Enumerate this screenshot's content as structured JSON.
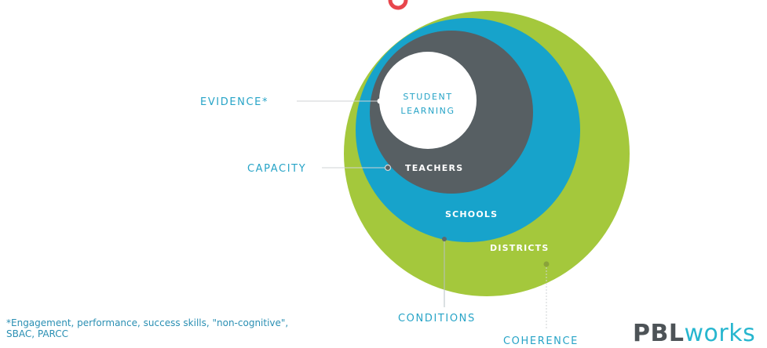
{
  "diagram": {
    "labels": {
      "student_line1": "STUDENT",
      "student_line2": "LEARNING",
      "teachers": "TEACHERS",
      "schools": "SCHOOLS",
      "districts": "DISTRICTS"
    },
    "callouts": {
      "evidence": "EVIDENCE*",
      "capacity": "CAPACITY",
      "conditions": "CONDITIONS",
      "coherence": "COHERENCE"
    },
    "colors": {
      "districts": "#a4c83c",
      "schools": "#17a3cb",
      "teachers": "#575f63",
      "student": "#ffffff",
      "top_accent": "#e8464c"
    }
  },
  "footnote": {
    "line1": "*Engagement, performance, success skills, \"non-cognitive\",",
    "line2": "SBAC, PARCC"
  },
  "logo": {
    "part1": "PBL",
    "part2": "works"
  }
}
